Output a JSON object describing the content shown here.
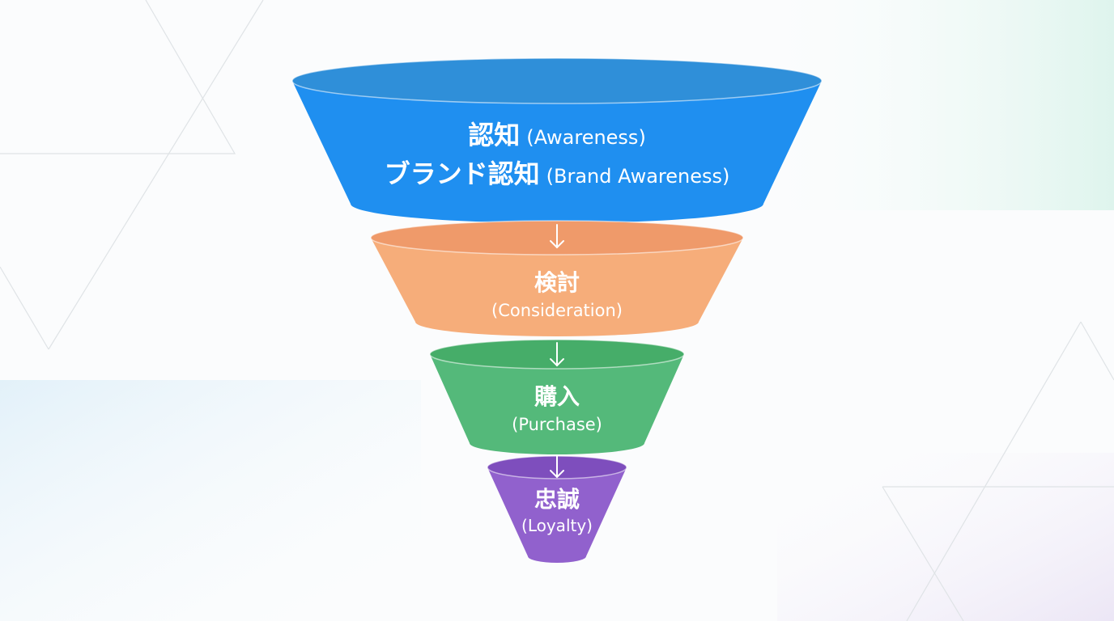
{
  "funnel": {
    "stages": [
      {
        "key": "awareness",
        "lines": [
          {
            "main": "認知",
            "sub": "(Awareness)"
          },
          {
            "main": "ブランド認知",
            "sub": "(Brand Awareness)"
          }
        ],
        "colors": {
          "top": "#2f8fd9",
          "body": "#1f8ff0",
          "bottom": "#1b82e0"
        }
      },
      {
        "key": "consideration",
        "lines": [
          {
            "main": "検討",
            "sub": ""
          },
          {
            "main": "",
            "sub": "(Consideration)"
          }
        ],
        "colors": {
          "top": "#ef9a6a",
          "body": "#f6ad7a",
          "bottom": "#f1a06d"
        }
      },
      {
        "key": "purchase",
        "lines": [
          {
            "main": "購入",
            "sub": ""
          },
          {
            "main": "",
            "sub": "(Purchase)"
          }
        ],
        "colors": {
          "top": "#46ad69",
          "body": "#54b97a",
          "bottom": "#4aae6f"
        }
      },
      {
        "key": "loyalty",
        "lines": [
          {
            "main": "忠誠",
            "sub": ""
          },
          {
            "main": "",
            "sub": "(Loyalty)"
          }
        ],
        "colors": {
          "top": "#7e4ebd",
          "body": "#9161cd",
          "bottom": "#8756c6"
        }
      }
    ],
    "arrow_color": "#ffffff"
  }
}
